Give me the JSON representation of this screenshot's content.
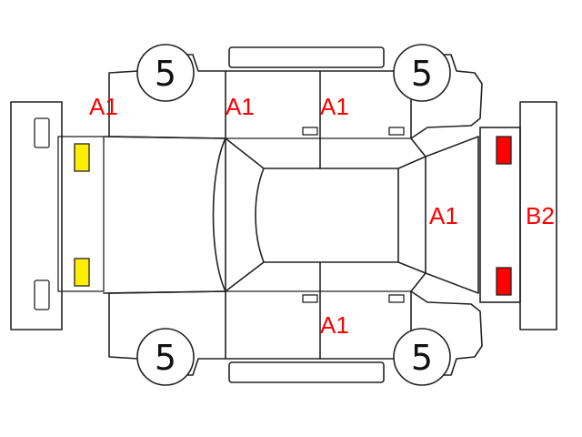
{
  "wheels": {
    "front_left": "5",
    "front_right": "5",
    "rear_left": "5",
    "rear_right": "5"
  },
  "damage_labels": {
    "hood_left_area": "A1",
    "front_door_top": "A1",
    "rear_door_top": "A1",
    "rear_glass_area": "A1",
    "bottom_door_area": "A1",
    "rear_bumper": "B2"
  },
  "colors": {
    "label_red": "#ff0000",
    "front_lamp_yellow": "#ffee00",
    "rear_lamp_red": "#ff0000",
    "line": "#222222"
  }
}
